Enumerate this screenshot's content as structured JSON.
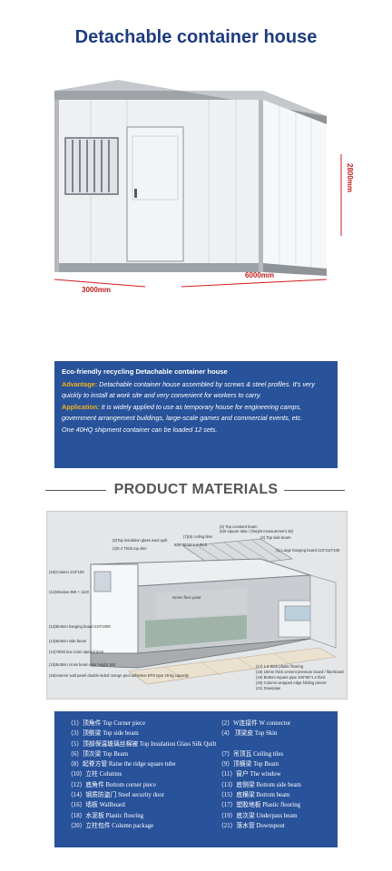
{
  "title": "Detachable container house",
  "dimensions": {
    "width": "3000mm",
    "length": "6000mm",
    "height": "2800mm"
  },
  "info": {
    "heading": "Eco-friendly recycling Detachable container house",
    "advantage_label": "Advantage:",
    "advantage_text": "Detachable container house assembled by screws & steel profiles. It's very quickly to install at work site and very convenient for workers to carry.",
    "application_label": "Application:",
    "application_text": "It is widely applied to use as temporary house for engineering camps, government arrangement buildings, large-scale games and commercial events, etc.",
    "shipment_text": "One 40HQ shipment container can be loaded 12 sets."
  },
  "section_title": "PRODUCT MATERIALS",
  "diagram_labels": {
    "top_constant_beam": "(5) Top constant beam",
    "height_measurement": "(6)6 square tube / (height measurement 28)",
    "top_side_beam": "(2) Top side beam",
    "ceiling_tiles": "(7)(8) ceiling tiles",
    "insulation": "(5)Top insulation glass wool quilt",
    "thick_top_skin": "(4)0.4 Thick top skin",
    "dim_608": "608*90*40 1.2 thick",
    "large_hanging_board": "(1) Large hanging board 210*210*100",
    "column": "(10)Column 210*150",
    "window": "(11)Window 950 × 1120",
    "floor_paint": "Green floor paint",
    "bottom_hanging_board": "(12)Bottom hanging board 210*1000",
    "bottom_side_beam": "(13)Bottom side beam",
    "security_door": "(14)75/50 box room special door",
    "cross_beam": "(15)Bottom cross beam side height 160",
    "wall_panel": "(16)exterior wall panel double-sided orange peel adhesive EPS type 18 kg capacity",
    "plastic_flooring": "(17) 1.6 thick plastic flooring",
    "pressure_board": "(18) 18mm thick cement pressure board / fiberboard",
    "bottom_square_pipe": "(19) Bottom square pipe 100*50*1.2 thick",
    "folding_pieces": "(20) Column wrapped edge folding pieces",
    "downpipe": "(21) Downpipe"
  },
  "parts": [
    {
      "left": "（1）顶角件 Top Corner piece",
      "right": "（2）W连接件 W connector"
    },
    {
      "left": "（3）顶侧梁 Top side beam",
      "right": "（4） 顶梁皮 Top Skin"
    },
    {
      "left": "（5）顶部保温玻璃丝棉被 Top Insulation Glass Silk Quilt",
      "right": ""
    },
    {
      "left": "（6）顶次梁 Top Beam",
      "right": "（7）吊顶瓦 Ceiling tiles"
    },
    {
      "left": "（8）起脊方管 Raise the ridge square tube",
      "right": "（9）顶横梁 Top Beam"
    },
    {
      "left": "（10）立柱 Columns",
      "right": "（11）窗户 The window"
    },
    {
      "left": "（12）底角件 Bottom corner piece",
      "right": "（13）底侧梁 Bottom side beam"
    },
    {
      "left": "（14）钢质防盗门 Steel security door",
      "right": "（15）底横梁 Bottom beam"
    },
    {
      "left": "（16）墙板 Wallboard",
      "right": "（17）塑胶地板 Plastic flooring"
    },
    {
      "left": "（18）水泥板 Plastic flooring",
      "right": "（19）底次梁 Underpass beam"
    },
    {
      "left": "（20）立柱包件 Column package",
      "right": "（21）落水管 Downspout"
    }
  ],
  "colors": {
    "title": "#1e3c7e",
    "panel": "#28529a",
    "highlight": "#f2b01e"
  }
}
